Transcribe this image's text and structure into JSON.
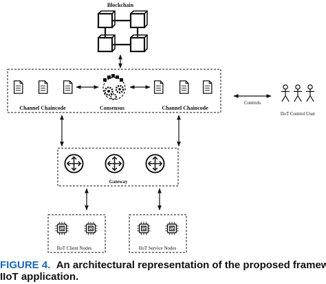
{
  "blockchain_label": "Blockchain",
  "left_chaincode_label": "Channel Chaincode",
  "consensus_label": "Consensus",
  "right_chaincode_label": "Channel Chaincode",
  "controls_label": "Controls",
  "control_user_label": "IIoT Control User",
  "gateway_label": "Gateway",
  "client_nodes_label": "IIoT Client Nodes",
  "service_nodes_label": "IIoT Service Nodes",
  "caption": {
    "figure_label": "FIGURE 4.",
    "line1_text": "An architectural representation of the proposed framework for",
    "line2_text": "IIoT application."
  },
  "colors": {
    "figure_label": "#1a66b8",
    "lines": "#111111"
  },
  "icons": [
    "blockchain-cubes-icon",
    "document-icon",
    "consensus-gears-icon",
    "user-figure-icon",
    "router-icon",
    "chip-icon"
  ]
}
